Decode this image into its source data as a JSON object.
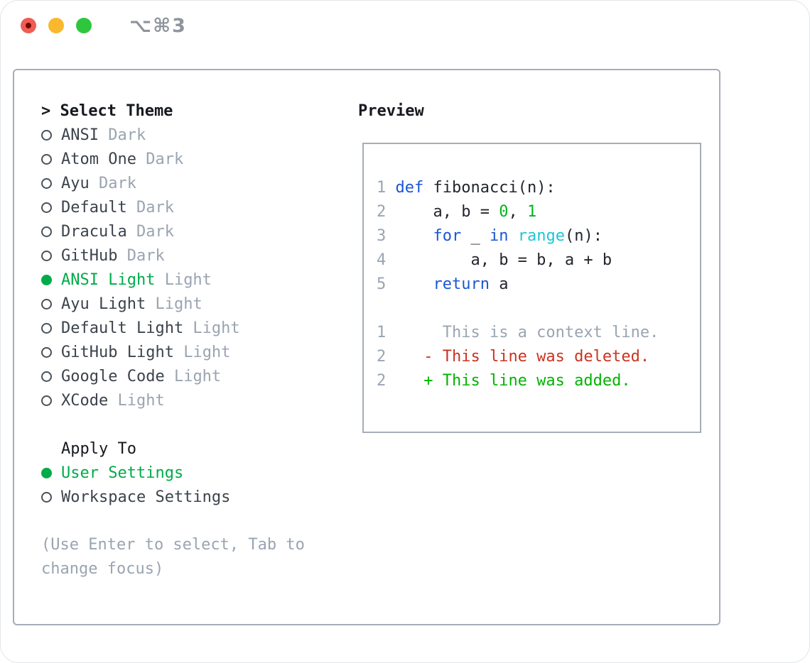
{
  "titlebar": {
    "shortcut": "⌥⌘3",
    "traffic_lights": [
      "close",
      "minimize",
      "zoom"
    ]
  },
  "theme_panel": {
    "header_label": "> Select Theme",
    "themes": [
      {
        "name": "ANSI",
        "variant": "Dark",
        "selected": false
      },
      {
        "name": "Atom One",
        "variant": "Dark",
        "selected": false
      },
      {
        "name": "Ayu",
        "variant": "Dark",
        "selected": false
      },
      {
        "name": "Default",
        "variant": "Dark",
        "selected": false
      },
      {
        "name": "Dracula",
        "variant": "Dark",
        "selected": false
      },
      {
        "name": "GitHub",
        "variant": "Dark",
        "selected": false
      },
      {
        "name": "ANSI Light",
        "variant": "Light",
        "selected": true
      },
      {
        "name": "Ayu Light",
        "variant": "Light",
        "selected": false
      },
      {
        "name": "Default Light",
        "variant": "Light",
        "selected": false
      },
      {
        "name": "GitHub Light",
        "variant": "Light",
        "selected": false
      },
      {
        "name": "Google Code",
        "variant": "Light",
        "selected": false
      },
      {
        "name": "XCode",
        "variant": "Light",
        "selected": false
      }
    ],
    "apply_to": {
      "label": "Apply To",
      "options": [
        {
          "label": "User Settings",
          "selected": true
        },
        {
          "label": "Workspace Settings",
          "selected": false
        }
      ]
    },
    "hint": "(Use Enter to select, Tab to change focus)"
  },
  "preview_panel": {
    "header": "Preview",
    "code_lines": [
      {
        "gutter": "1",
        "tokens": [
          {
            "t": "def",
            "c": "blue"
          },
          {
            "t": " fibonacci(n):",
            "c": "fg"
          }
        ]
      },
      {
        "gutter": "2",
        "tokens": [
          {
            "t": "    a, b = ",
            "c": "fg"
          },
          {
            "t": "0",
            "c": "green"
          },
          {
            "t": ", ",
            "c": "fg"
          },
          {
            "t": "1",
            "c": "green"
          }
        ]
      },
      {
        "gutter": "3",
        "tokens": [
          {
            "t": "    ",
            "c": "fg"
          },
          {
            "t": "for",
            "c": "blue"
          },
          {
            "t": " _ ",
            "c": "fg"
          },
          {
            "t": "in",
            "c": "blue"
          },
          {
            "t": " ",
            "c": "fg"
          },
          {
            "t": "range",
            "c": "cyan"
          },
          {
            "t": "(n):",
            "c": "fg"
          }
        ]
      },
      {
        "gutter": "4",
        "tokens": [
          {
            "t": "        a, b = b, a + b",
            "c": "fg"
          }
        ]
      },
      {
        "gutter": "5",
        "tokens": [
          {
            "t": "    ",
            "c": "fg"
          },
          {
            "t": "return",
            "c": "blue"
          },
          {
            "t": " a",
            "c": "fg"
          }
        ]
      },
      {
        "gutter": "",
        "tokens": []
      },
      {
        "gutter": "1",
        "tokens": [
          {
            "t": "     This is a context line.",
            "c": "gray"
          }
        ]
      },
      {
        "gutter": "2",
        "tokens": [
          {
            "t": "   - This line was deleted.",
            "c": "red"
          }
        ]
      },
      {
        "gutter": "2",
        "tokens": [
          {
            "t": "   + This line was added.",
            "c": "add"
          }
        ]
      }
    ]
  },
  "colors": {
    "selection_green": "#00ab49",
    "keyword_blue": "#1a56d6",
    "builtin_cyan": "#21c4d6",
    "number_green": "#00b41b",
    "diff_deleted_red": "#c9341f",
    "diff_added_green": "#00b400",
    "muted_gray": "#9aa4b1",
    "border_gray": "#a6adb8",
    "traffic_red": "#f05c52",
    "traffic_yellow": "#f9b82d",
    "traffic_green": "#2fc63f"
  }
}
